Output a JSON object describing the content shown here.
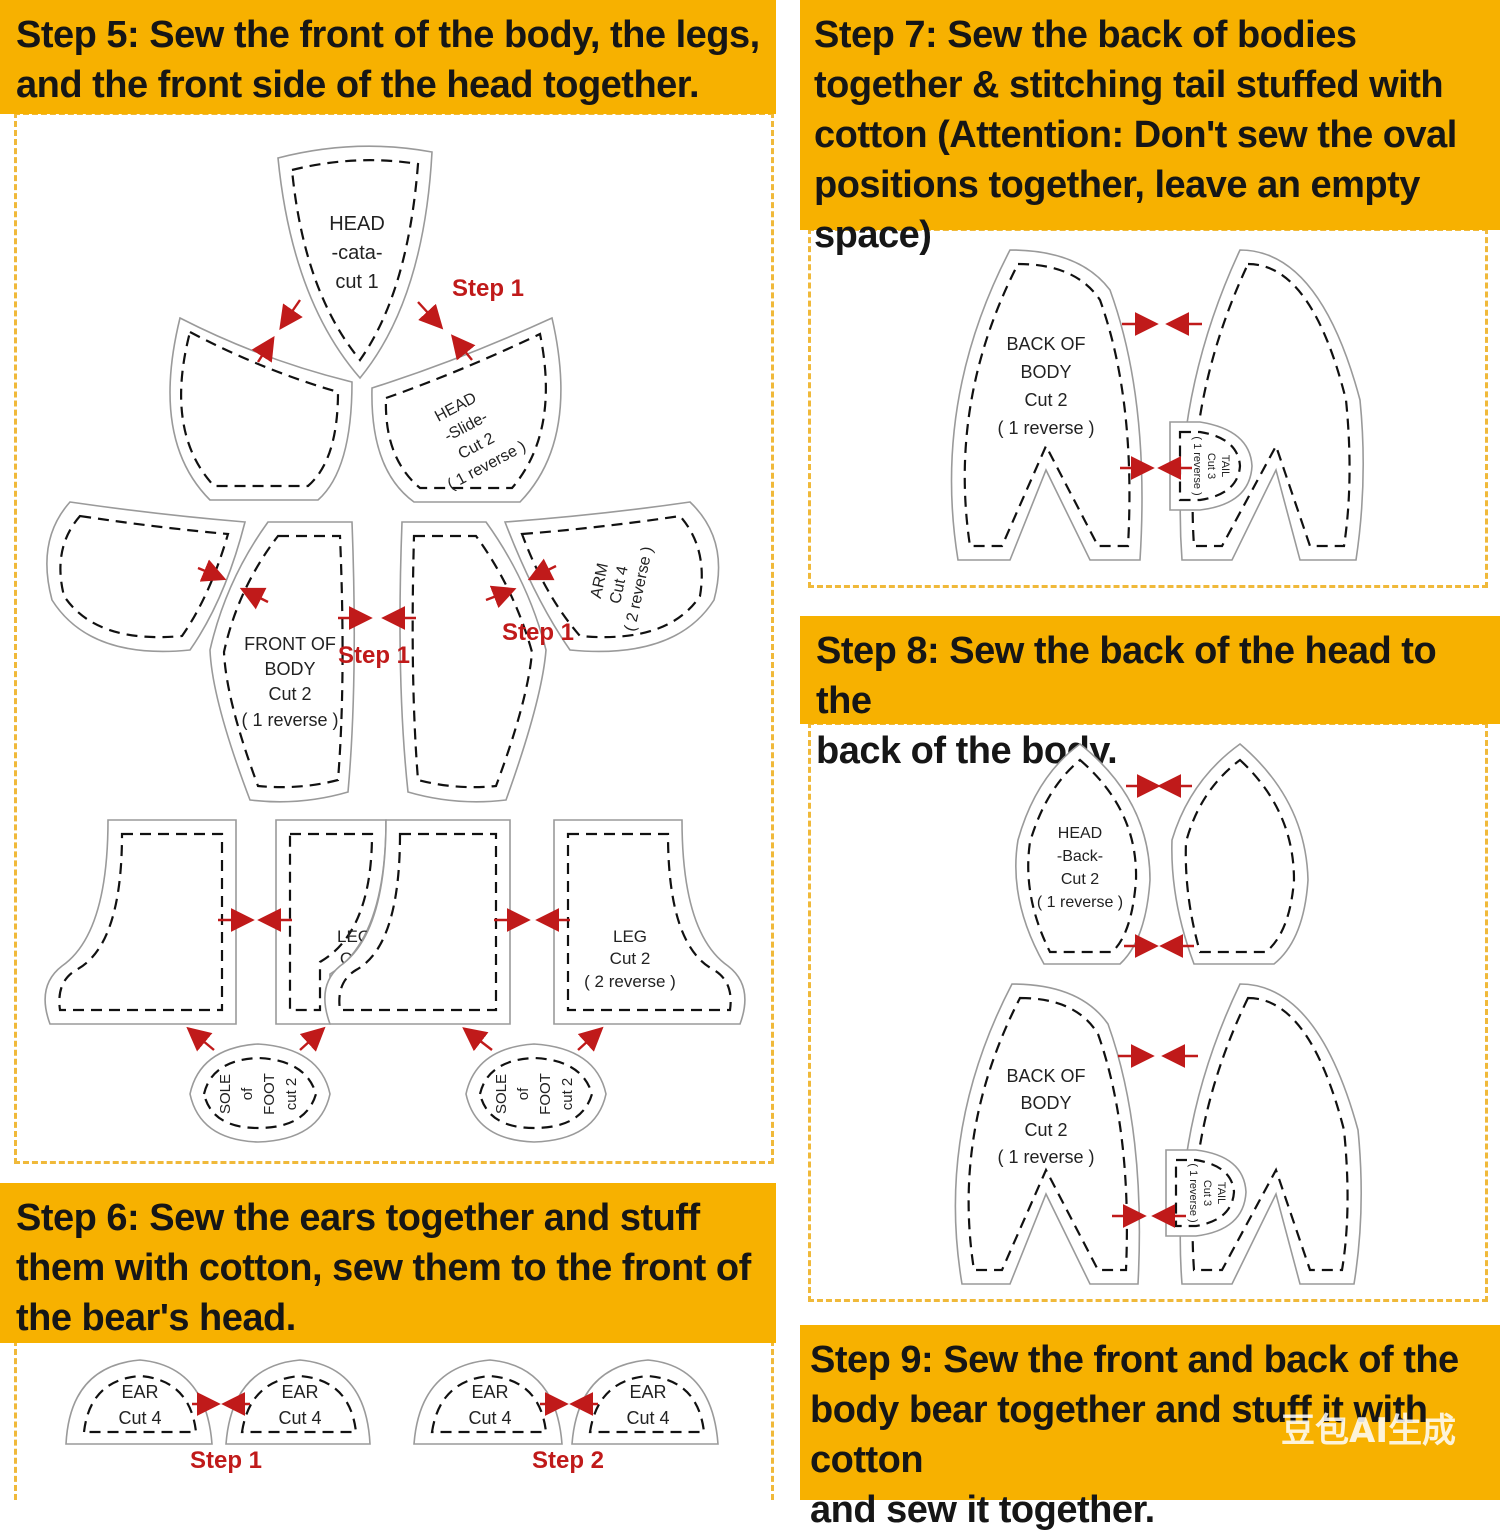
{
  "steps": {
    "step5": "Step 5: Sew the front of the body, the legs,\nand the front side of the head together.",
    "step6": "Step 6: Sew the ears together and stuff\nthem with cotton, sew them to the front of\nthe bear's head.",
    "step7": "Step 7: Sew the back of bodies\ntogether & stitching tail stuffed with\ncotton (Attention: Don't sew the oval\npositions together, leave an empty space)",
    "step8": "Step 8: Sew the back of the head to the\nback of the body.",
    "step9": "Step 9: Sew the front and back of the\nbody bear together and stuff it with cotton\nand sew it together."
  },
  "pieces": {
    "head_cata": [
      "HEAD",
      "-cata-",
      "cut 1"
    ],
    "head_slide": [
      "HEAD",
      "-Slide-",
      "Cut 2",
      "( 1 reverse )"
    ],
    "front_body": [
      "FRONT OF",
      "BODY",
      "Cut 2",
      "( 1 reverse )"
    ],
    "arm": [
      "ARM",
      "Cut 4",
      "( 2 reverse )"
    ],
    "leg": [
      "LEG",
      "Cut 2",
      "( 2 reverse )"
    ],
    "leg_partial": [
      "LEG",
      "C"
    ],
    "sole": [
      "SOLE",
      "of",
      "FOOT",
      "cut 2"
    ],
    "ear": [
      "EAR",
      "Cut 4"
    ],
    "back_body": [
      "BACK OF",
      "BODY",
      "Cut 2",
      "( 1 reverse )"
    ],
    "tail": [
      "TAIL",
      "Cut 3",
      "( 1 reverse )"
    ],
    "head_back": [
      "HEAD",
      "-Back-",
      "Cut 2",
      "( 1 reverse )"
    ]
  },
  "step_labels": {
    "s1": "Step 1",
    "s2": "Step 2"
  },
  "watermark": "豆包AI生成",
  "colors": {
    "banner": "#f7b100",
    "arrow": "#c01a1a",
    "dashed_border": "#f0b93a"
  }
}
